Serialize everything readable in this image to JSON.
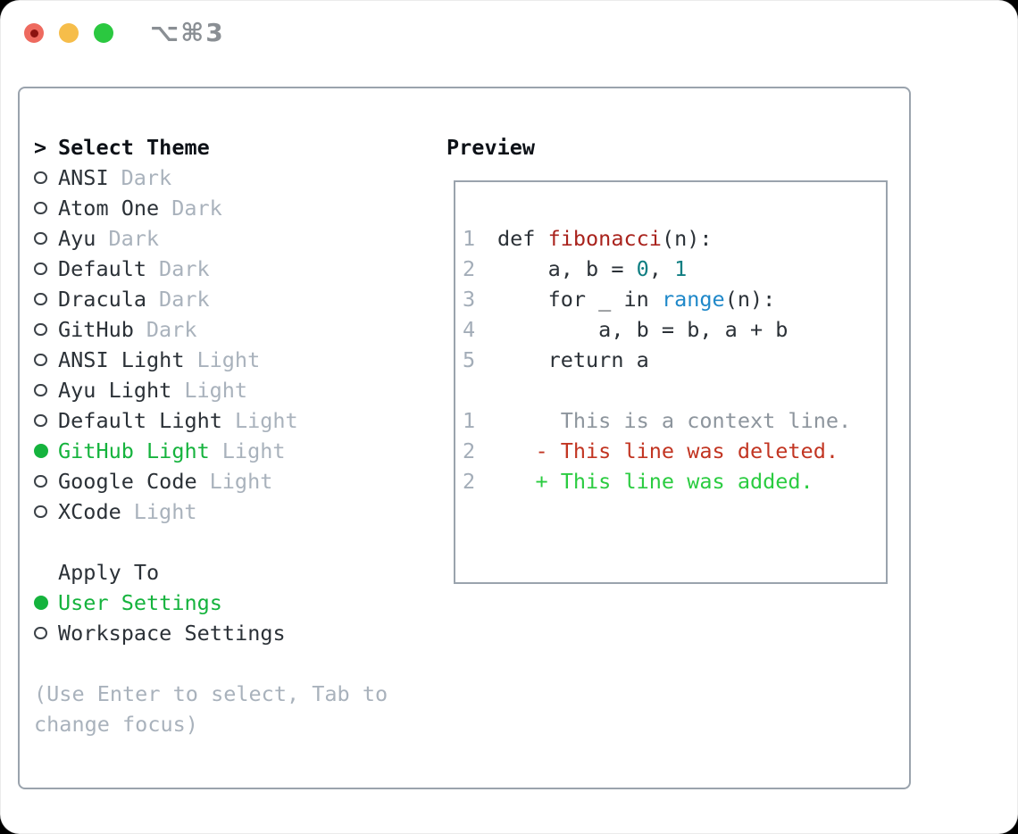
{
  "window": {
    "shortcut_label": "⌥⌘3",
    "traffic_lights": [
      {
        "name": "close",
        "color": "#ee6a5f"
      },
      {
        "name": "minimize",
        "color": "#f6bd4a"
      },
      {
        "name": "zoom",
        "color": "#2bc840"
      }
    ]
  },
  "colors": {
    "accent_green": "#15b33d",
    "added_green": "#2bcc41",
    "deleted_red": "#c23522",
    "function_red": "#a9231d",
    "number_teal": "#0f7e82",
    "builtin_blue": "#1f88c9",
    "text_dark": "#2b3137",
    "muted_gray": "#a9b2bc",
    "border_gray": "#9aa3ad"
  },
  "theme_picker": {
    "header": {
      "marker": ">",
      "label": "Select Theme"
    },
    "items": [
      {
        "label": "ANSI",
        "variant": "Dark",
        "selected": false
      },
      {
        "label": "Atom One",
        "variant": "Dark",
        "selected": false
      },
      {
        "label": "Ayu",
        "variant": "Dark",
        "selected": false
      },
      {
        "label": "Default",
        "variant": "Dark",
        "selected": false
      },
      {
        "label": "Dracula",
        "variant": "Dark",
        "selected": false
      },
      {
        "label": "GitHub",
        "variant": "Dark",
        "selected": false
      },
      {
        "label": "ANSI Light",
        "variant": "Light",
        "selected": false
      },
      {
        "label": "Ayu Light",
        "variant": "Light",
        "selected": false
      },
      {
        "label": "Default Light",
        "variant": "Light",
        "selected": false
      },
      {
        "label": "GitHub Light",
        "variant": "Light",
        "selected": true
      },
      {
        "label": "Google Code",
        "variant": "Light",
        "selected": false
      },
      {
        "label": "XCode",
        "variant": "Light",
        "selected": false
      }
    ],
    "apply_to": {
      "header": "Apply To",
      "options": [
        {
          "label": "User Settings",
          "selected": true
        },
        {
          "label": "Workspace Settings",
          "selected": false
        }
      ]
    },
    "help_lines": [
      "(Use Enter to select, Tab to",
      "change focus)"
    ]
  },
  "preview": {
    "title": "Preview",
    "code_lines": [
      {
        "num": "1",
        "tokens": [
          [
            "plain",
            "def "
          ],
          [
            "func",
            "fibonacci"
          ],
          [
            "plain",
            "(n):"
          ]
        ]
      },
      {
        "num": "2",
        "tokens": [
          [
            "plain",
            "    a, b = "
          ],
          [
            "number",
            "0"
          ],
          [
            "plain",
            ", "
          ],
          [
            "number",
            "1"
          ]
        ]
      },
      {
        "num": "3",
        "tokens": [
          [
            "plain",
            "    for _ in "
          ],
          [
            "builtin",
            "range"
          ],
          [
            "plain",
            "(n):"
          ]
        ]
      },
      {
        "num": "4",
        "tokens": [
          [
            "plain",
            "        a, b = b, a + b"
          ]
        ]
      },
      {
        "num": "5",
        "tokens": [
          [
            "plain",
            "    return a"
          ]
        ]
      }
    ],
    "diff_lines": [
      {
        "num": "1",
        "kind": "context",
        "text": "     This is a context line."
      },
      {
        "num": "2",
        "kind": "deleted",
        "text": "   - This line was deleted."
      },
      {
        "num": "2",
        "kind": "added",
        "text": "   + This line was added."
      }
    ]
  }
}
